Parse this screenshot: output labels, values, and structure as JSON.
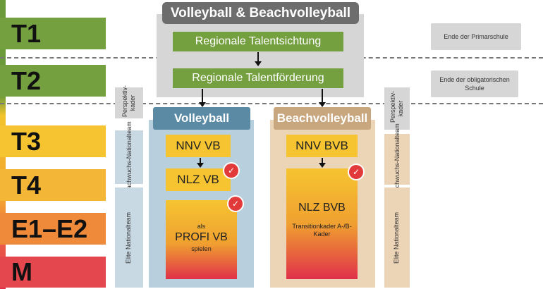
{
  "stages": [
    "T1",
    "T2",
    "T3",
    "T4",
    "E1–E2",
    "M"
  ],
  "title": "Volleyball & Beachvolleyball",
  "regional": {
    "sichtung": "Regionale Talentsichtung",
    "foerderung": "Regionale Talentförderung"
  },
  "notes": {
    "primar": "Ende der Primarschule",
    "oblig": "Ende der obligatorischen Schule"
  },
  "left_labels": {
    "perspektiv": "Perspektiv-kader",
    "nachwuchs": "Nachwuchs-Nationalteam",
    "elite": "Elite Nationalteam"
  },
  "right_labels": {
    "perspektiv": "Perspektiv-kader",
    "nachwuchs": "Nachwuchs-Nationalteam",
    "elite": "Elite Nationalteam"
  },
  "volleyball": {
    "header": "Volleyball",
    "nnv": "NNV VB",
    "nlz": "NLZ VB",
    "profi_small": "als",
    "profi_big": "PROFI VB",
    "profi_sub": "spielen"
  },
  "beach": {
    "header": "Beachvolleyball",
    "nnv": "NNV BVB",
    "nlz": "NLZ BVB",
    "sub": "Transitionkader A-/B-Kader"
  },
  "colors": {
    "green": "#74a040",
    "yellow": "#f5c430",
    "red": "#e0304a",
    "vb_panel": "#b8cfdd",
    "bvb_panel": "#ecd4b6"
  }
}
